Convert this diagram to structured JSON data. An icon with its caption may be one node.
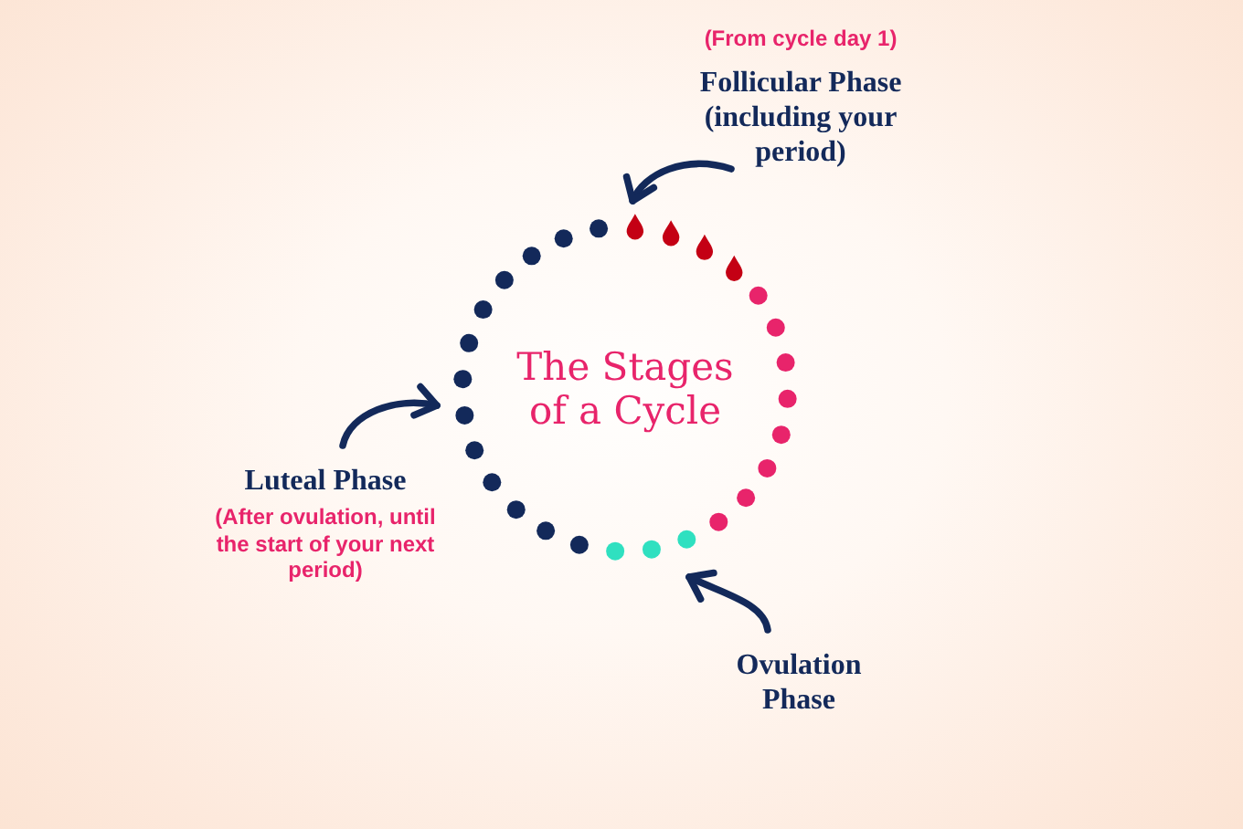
{
  "diagram": {
    "nodes": [
      {
        "text": [
          "(From cycle day 1)",
          "Follicular Phase (including your period)"
        ]
      },
      {
        "text": [
          "The Stages of a Cycle"
        ]
      },
      {
        "text": [
          "Luteal Phase",
          "(After ovulation, until the start of your next period)"
        ]
      },
      {
        "text": [
          "Ovulation Phase"
        ]
      }
    ],
    "edges": [
      {
        "from": 0,
        "to": 1,
        "arrow": "to"
      },
      {
        "from": 2,
        "to": 1,
        "arrow": "to"
      },
      {
        "from": 3,
        "to": 1,
        "arrow": "to"
      }
    ]
  }
}
